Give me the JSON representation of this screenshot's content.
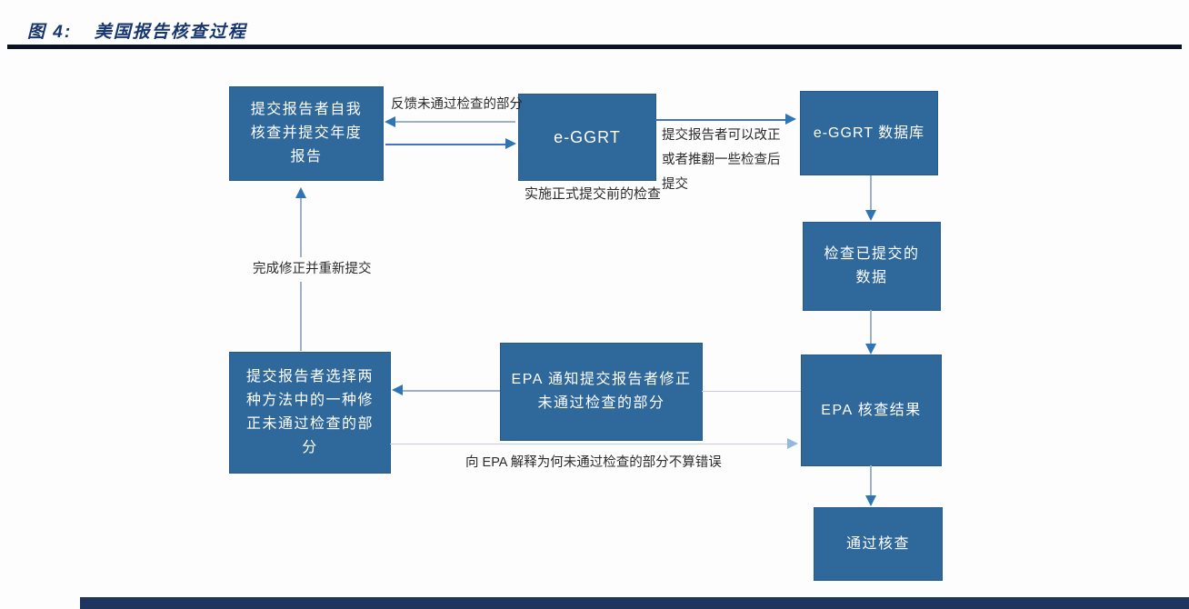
{
  "figure": {
    "title_label": "图 4:",
    "title_text": "美国报告核查过程"
  },
  "colors": {
    "box_fill": "#2f689a",
    "box_text": "#ffffff",
    "title_navy": "#17366e",
    "rule_dark": "#0b1226",
    "arrow_blue": "#2e75b6",
    "line_blue": "#4472c4",
    "line_gray": "#9fafc4",
    "footer_navy": "#1e3560"
  },
  "flowchart": {
    "boxes": [
      {
        "id": "submit-report",
        "lines": [
          "提交报告者自我",
          "核查并提交年度",
          "报告"
        ]
      },
      {
        "id": "e-ggrt",
        "lines": [
          "e-GGRT"
        ]
      },
      {
        "id": "e-ggrt-db",
        "lines": [
          "e-GGRT 数据库"
        ]
      },
      {
        "id": "check-submitted",
        "lines": [
          "检查已提交的",
          "数据"
        ]
      },
      {
        "id": "epa-result",
        "lines": [
          "EPA 核查结果"
        ]
      },
      {
        "id": "pass-check",
        "lines": [
          "通过核查"
        ]
      },
      {
        "id": "choose-method",
        "lines": [
          "提交报告者选择两",
          "种方法中的一种修",
          "正未通过检查的部",
          "分"
        ]
      },
      {
        "id": "epa-notify",
        "lines": [
          "EPA 通知提交报告者修正",
          "未通过检查的部分"
        ]
      }
    ],
    "edge_labels": {
      "feedback": "反馈未通过检查的部分",
      "pre_submit_check": "实施正式提交前的检查",
      "correct_or": [
        "提交报告者可以改正",
        "或者推翻一些检查后",
        "提交"
      ],
      "resubmit": "完成修正并重新提交",
      "explain": "向 EPA 解释为何未通过检查的部分不算错误"
    }
  }
}
